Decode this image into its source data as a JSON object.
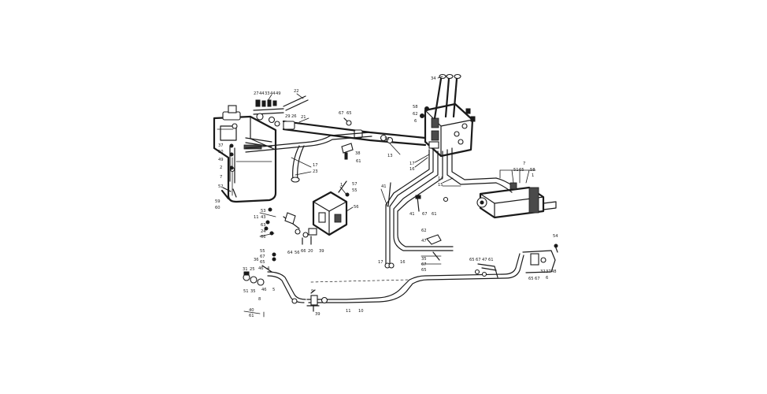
{
  "callouts": [
    {
      "id": "c1",
      "text": "27"
    },
    {
      "id": "c2",
      "text": "44"
    },
    {
      "id": "c3",
      "text": "33"
    },
    {
      "id": "c4",
      "text": "44"
    },
    {
      "id": "c5",
      "text": "49"
    },
    {
      "id": "c6",
      "text": "22"
    },
    {
      "id": "c7",
      "text": "21"
    },
    {
      "id": "c8",
      "text": "29"
    },
    {
      "id": "c9",
      "text": "26"
    },
    {
      "id": "c10",
      "text": "37"
    },
    {
      "id": "c11",
      "text": "50"
    },
    {
      "id": "c12",
      "text": "49"
    },
    {
      "id": "c13",
      "text": "2"
    },
    {
      "id": "c14",
      "text": "7"
    },
    {
      "id": "c15",
      "text": "52"
    },
    {
      "id": "c16",
      "text": "59"
    },
    {
      "id": "c17",
      "text": "60"
    },
    {
      "id": "c18",
      "text": "17"
    },
    {
      "id": "c19",
      "text": "23"
    },
    {
      "id": "c20",
      "text": "67"
    },
    {
      "id": "c21",
      "text": "65"
    },
    {
      "id": "c22",
      "text": "38"
    },
    {
      "id": "c23",
      "text": "61"
    },
    {
      "id": "c24",
      "text": "13"
    },
    {
      "id": "c25",
      "text": "38"
    },
    {
      "id": "c26",
      "text": "58"
    },
    {
      "id": "c27",
      "text": "62"
    },
    {
      "id": "c28",
      "text": "6"
    },
    {
      "id": "c29",
      "text": "17"
    },
    {
      "id": "c30",
      "text": "16"
    },
    {
      "id": "c31",
      "text": "14"
    },
    {
      "id": "c32",
      "text": "15"
    },
    {
      "id": "c33",
      "text": "7"
    },
    {
      "id": "c34",
      "text": "51"
    },
    {
      "id": "c35",
      "text": "65"
    },
    {
      "id": "c36",
      "text": "58"
    },
    {
      "id": "c37",
      "text": "1"
    },
    {
      "id": "c38",
      "text": "41"
    },
    {
      "id": "c39",
      "text": "41"
    },
    {
      "id": "c40",
      "text": "67"
    },
    {
      "id": "c41",
      "text": "61"
    },
    {
      "id": "c42",
      "text": "62"
    },
    {
      "id": "c43",
      "text": "47"
    },
    {
      "id": "c44",
      "text": "1"
    },
    {
      "id": "c45",
      "text": "57"
    },
    {
      "id": "c46",
      "text": "55"
    },
    {
      "id": "c47",
      "text": "56"
    },
    {
      "id": "c48",
      "text": "53"
    },
    {
      "id": "c49",
      "text": "11"
    },
    {
      "id": "c50",
      "text": "43"
    },
    {
      "id": "c51",
      "text": "63"
    },
    {
      "id": "c52",
      "text": "24"
    },
    {
      "id": "c53",
      "text": "66"
    },
    {
      "id": "c54",
      "text": "64"
    },
    {
      "id": "c55",
      "text": "56"
    },
    {
      "id": "c56",
      "text": "66"
    },
    {
      "id": "c57",
      "text": "20"
    },
    {
      "id": "c58",
      "text": "39"
    },
    {
      "id": "c59",
      "text": "55"
    },
    {
      "id": "c60",
      "text": "67"
    },
    {
      "id": "c61",
      "text": "65"
    },
    {
      "id": "c62",
      "text": "36"
    },
    {
      "id": "c63",
      "text": "31"
    },
    {
      "id": "c64",
      "text": "25"
    },
    {
      "id": "c65",
      "text": "46"
    },
    {
      "id": "c66",
      "text": "4"
    },
    {
      "id": "c67",
      "text": "51"
    },
    {
      "id": "c68",
      "text": "35"
    },
    {
      "id": "c69",
      "text": "46"
    },
    {
      "id": "c70",
      "text": "5"
    },
    {
      "id": "c71",
      "text": "8"
    },
    {
      "id": "c72",
      "text": "40"
    },
    {
      "id": "c73",
      "text": "61"
    },
    {
      "id": "c74",
      "text": "9"
    },
    {
      "id": "c75",
      "text": "39"
    },
    {
      "id": "c76",
      "text": "11"
    },
    {
      "id": "c77",
      "text": "10"
    },
    {
      "id": "c78",
      "text": "17"
    },
    {
      "id": "c79",
      "text": "16"
    },
    {
      "id": "c80",
      "text": "35"
    },
    {
      "id": "c81",
      "text": "67"
    },
    {
      "id": "c82",
      "text": "65"
    },
    {
      "id": "c83",
      "text": "65"
    },
    {
      "id": "c84",
      "text": "67"
    },
    {
      "id": "c85",
      "text": "47"
    },
    {
      "id": "c86",
      "text": "61"
    },
    {
      "id": "c87",
      "text": "54"
    },
    {
      "id": "c88",
      "text": "65"
    },
    {
      "id": "c89",
      "text": "67"
    },
    {
      "id": "c90",
      "text": "32"
    },
    {
      "id": "c91",
      "text": "37"
    },
    {
      "id": "c92",
      "text": "48"
    },
    {
      "id": "c93",
      "text": "6"
    },
    {
      "id": "c94",
      "text": "34"
    }
  ]
}
